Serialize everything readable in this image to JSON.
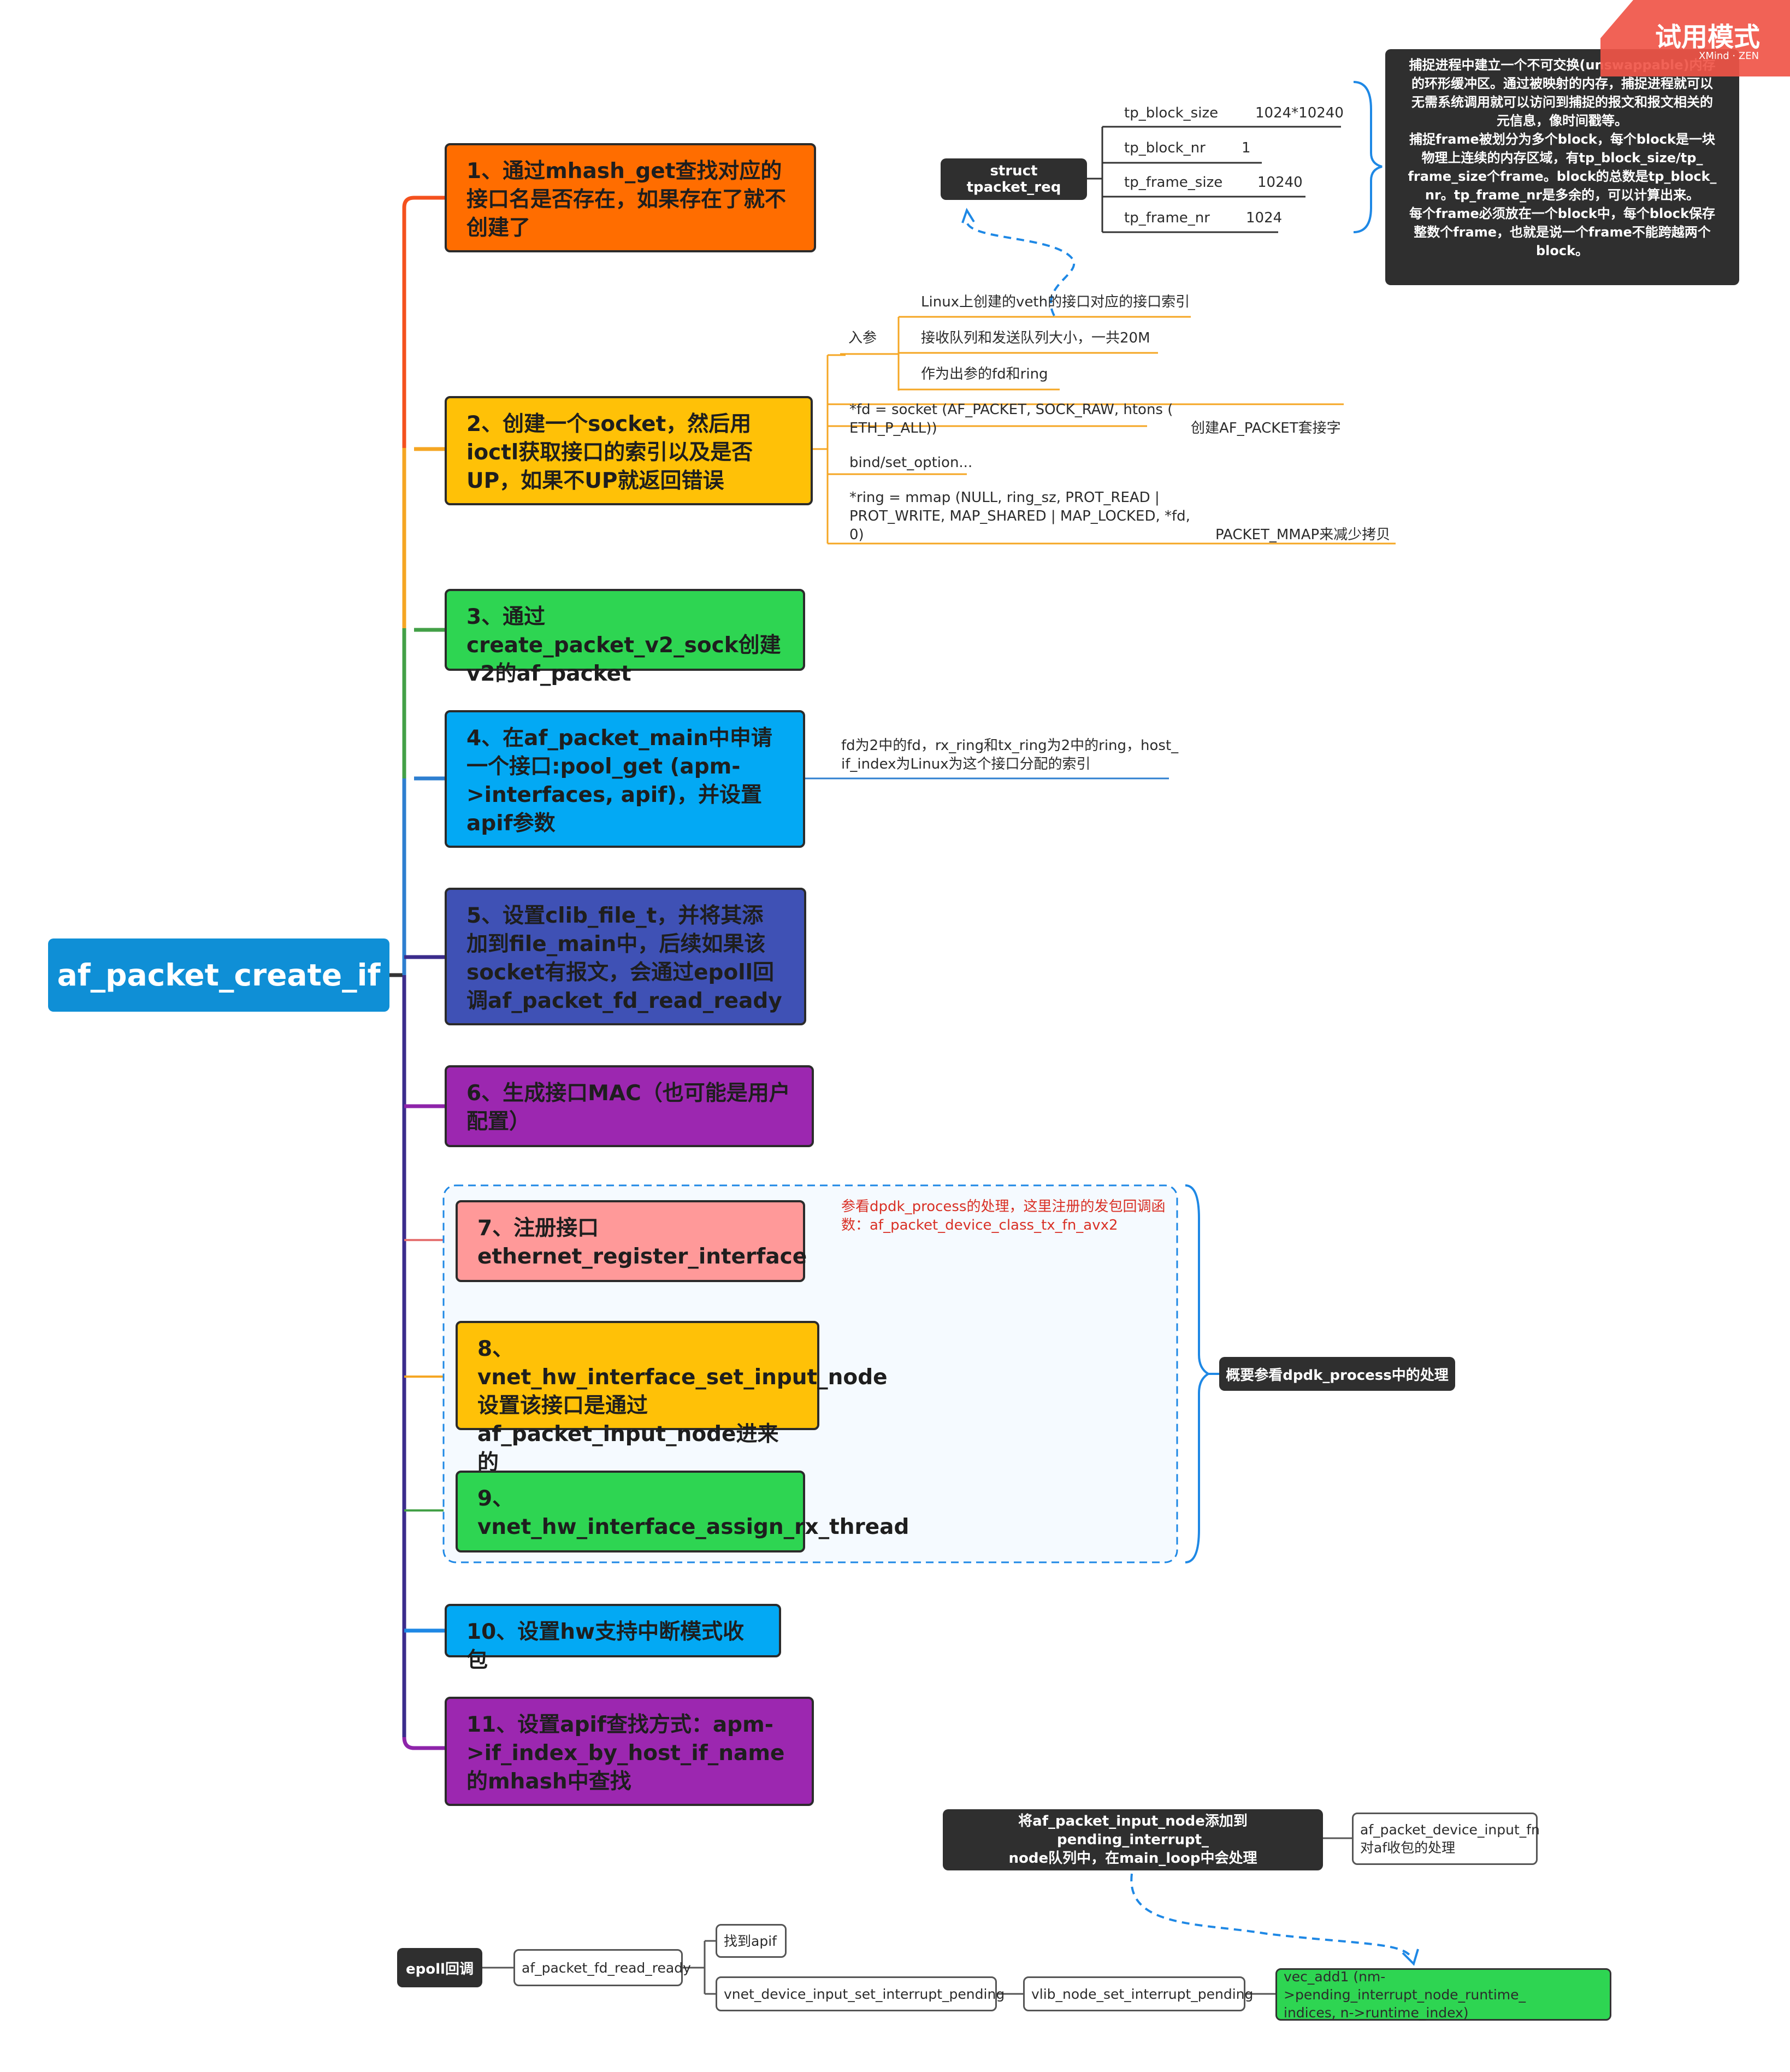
{
  "root": {
    "label": "af_packet_create_if"
  },
  "steps": [
    {
      "label": "1、通过mhash_get查找对应的接口名是否存在，如果存在了就不创建了",
      "color": "#ff6d00"
    },
    {
      "label": "2、创建一个socket，然后用ioctl获取接口的索引以及是否UP，如果不UP就返回错误",
      "color": "#ffc107"
    },
    {
      "label": "3、通过create_packet_v2_sock创建v2的af_packet",
      "color": "#2ed552"
    },
    {
      "label": "4、在af_packet_main中申请一个接口:pool_get (apm->interfaces, apif)，并设置apif参数",
      "color": "#03a9f4"
    },
    {
      "label": "5、设置clib_file_t，并将其添加到file_main中，后续如果该socket有报文，会通过epoll回调af_packet_fd_read_ready",
      "color": "#3f51b5"
    },
    {
      "label": "6、生成接口MAC（也可能是用户配置）",
      "color": "#9c27b0"
    },
    {
      "label": "7、注册接口ethernet_register_interface",
      "color": "#ff9999"
    },
    {
      "label": "8、vnet_hw_interface_set_input_node设置该接口是通过af_packet_input_node进来的",
      "color": "#ffc107"
    },
    {
      "label": "9、vnet_hw_interface_assign_rx_thread",
      "color": "#2ed552"
    },
    {
      "label": "10、设置hw支持中断模式收包",
      "color": "#03a9f4"
    },
    {
      "label": "11、设置apif查找方式：apm->if_index_by_host_if_name的mhash中查找",
      "color": "#9c27b0"
    }
  ],
  "step2_details": {
    "rucan_label": "入参",
    "params": [
      "Linux上创建的veth的接口对应的接口索引",
      "接收队列和发送队列大小，一共20M",
      "作为出参的fd和ring"
    ],
    "socket_call": [
      "*fd = socket (AF_PACKET, SOCK_RAW, htons (",
      "ETH_P_ALL))"
    ],
    "socket_note": "创建AF_PACKET套接字",
    "bind_call": "bind/set_option...",
    "mmap_call": [
      "*ring = mmap (NULL, ring_sz, PROT_READ |",
      "PROT_WRITE, MAP_SHARED | MAP_LOCKED, *fd,",
      "0)"
    ],
    "mmap_note": "PACKET_MMAP来减少拷贝"
  },
  "tpacket": {
    "label": "struct tpacket_req",
    "fields": [
      {
        "name": "tp_block_size",
        "value": "1024*10240"
      },
      {
        "name": "tp_block_nr",
        "value": "1"
      },
      {
        "name": "tp_frame_size",
        "value": "10240"
      },
      {
        "name": "tp_frame_nr",
        "value": "1024"
      }
    ],
    "note_lines": [
      "捕捉进程中建立一个不可交换(unswappable)内存",
      "的环形缓冲区。通过被映射的内存，捕捉进程就可以",
      "无需系统调用就可以访问到捕捉的报文和报文相关的",
      "元信息，像时间戳等。",
      "捕捉frame被划分为多个block，每个block是一块",
      "物理上连续的内存区域，有tp_block_size/tp_",
      "frame_size个frame。block的总数是tp_block_",
      "nr。tp_frame_nr是多余的，可以计算出来。",
      "每个frame必须放在一个block中，每个block保存",
      "整数个frame，也就是说一个frame不能跨越两个",
      "block。"
    ]
  },
  "step4_note": [
    "fd为2中的fd，rx_ring和tx_ring为2中的ring，host_",
    "if_index为Linux为这个接口分配的索引"
  ],
  "step7_note": [
    "参看dpdk_process的处理，这里注册的发包回调函",
    "数：af_packet_device_class_tx_fn_avx2"
  ],
  "group_summary": "概要参看dpdk_process中的处理",
  "watermark": {
    "title": "试用模式",
    "brand": "XMind · ZEN"
  },
  "bottom": {
    "pending_label": [
      "将af_packet_input_node添加到pending_interrupt_",
      "node队列中，在main_loop中会处理"
    ],
    "input_fn": [
      "af_packet_device_input_fn",
      "对af收包的处理"
    ],
    "epoll_label": "epoll回调",
    "fd_read_ready": "af_packet_fd_read_ready",
    "find_apif": "找到apif",
    "vnet_pending": "vnet_device_input_set_interrupt_pending",
    "vlib_pending": "vlib_node_set_interrupt_pending",
    "vec_add": [
      "vec_add1 (nm->pending_interrupt_node_runtime_",
      "indices, n->runtime_index)"
    ]
  }
}
